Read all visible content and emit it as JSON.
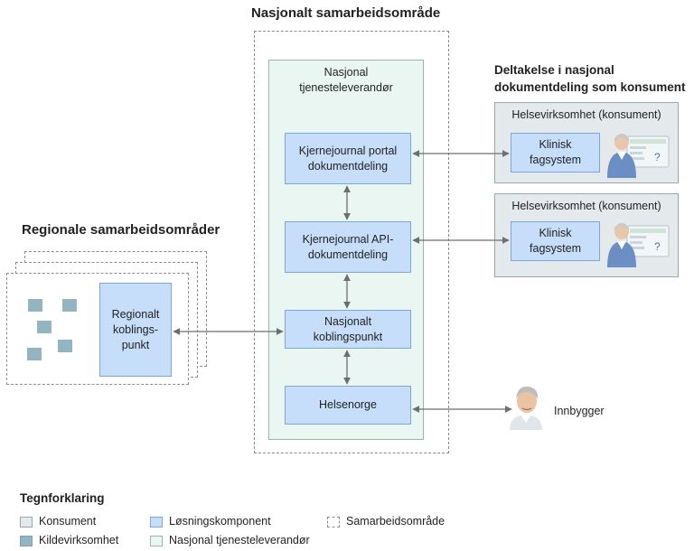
{
  "national": {
    "title": "Nasjonalt samarbeidsområde",
    "provider_label": "Nasjonal tjenesteleverandør",
    "components": {
      "portal": "Kjernejournal portal dokumentdeling",
      "api": "Kjernejournal API-dokumentdeling",
      "node": "Nasjonalt koblingspunkt",
      "helsenorge": "Helsenorge"
    }
  },
  "consumer_section": {
    "title": "Deltakelse i nasjonal dokumentdeling som konsument",
    "boxes": [
      {
        "title": "Helsevirksomhet (konsument)",
        "system": "Klinisk fagsystem"
      },
      {
        "title": "Helsevirksomhet (konsument)",
        "system": "Klinisk fagsystem"
      }
    ]
  },
  "regional": {
    "title": "Regionale samarbeidsområder",
    "node": "Regionalt koblings-punkt"
  },
  "citizen": {
    "label": "Innbygger"
  },
  "legend": {
    "title": "Tegnforklaring",
    "items": {
      "konsument": "Konsument",
      "kildevirksomhet": "Kildevirksomhet",
      "losning": "Løsningskomponent",
      "nasjonal": "Nasjonal tjenesteleverandør",
      "samarbeid": "Samarbeidsområde"
    }
  },
  "colors": {
    "component": "#c6defa",
    "provider": "#eaf6f1",
    "consumer": "#e4e9ec",
    "source": "#93b4c1",
    "connector": "#6e6e6e"
  }
}
